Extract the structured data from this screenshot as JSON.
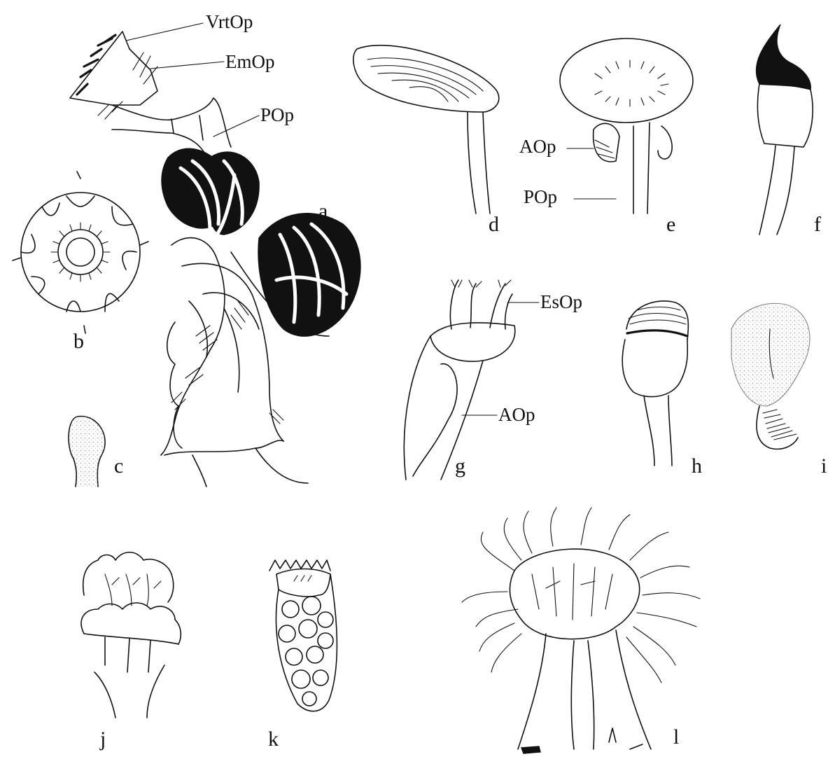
{
  "panels": [
    {
      "letter": "a"
    },
    {
      "letter": "b"
    },
    {
      "letter": "c"
    },
    {
      "letter": "d"
    },
    {
      "letter": "e"
    },
    {
      "letter": "f"
    },
    {
      "letter": "g"
    },
    {
      "letter": "h"
    },
    {
      "letter": "i"
    },
    {
      "letter": "j"
    },
    {
      "letter": "k"
    },
    {
      "letter": "l"
    }
  ],
  "callouts": {
    "a_vrtop": "VrtOp",
    "a_emop": "EmOp",
    "a_pop": "POp",
    "e_aop": "AOp",
    "e_pop": "POp",
    "g_esop": "EsOp",
    "g_aop": "AOp"
  },
  "colors": {
    "ink": "#111111",
    "background": "#ffffff",
    "stipple": "#9a9a9a"
  }
}
